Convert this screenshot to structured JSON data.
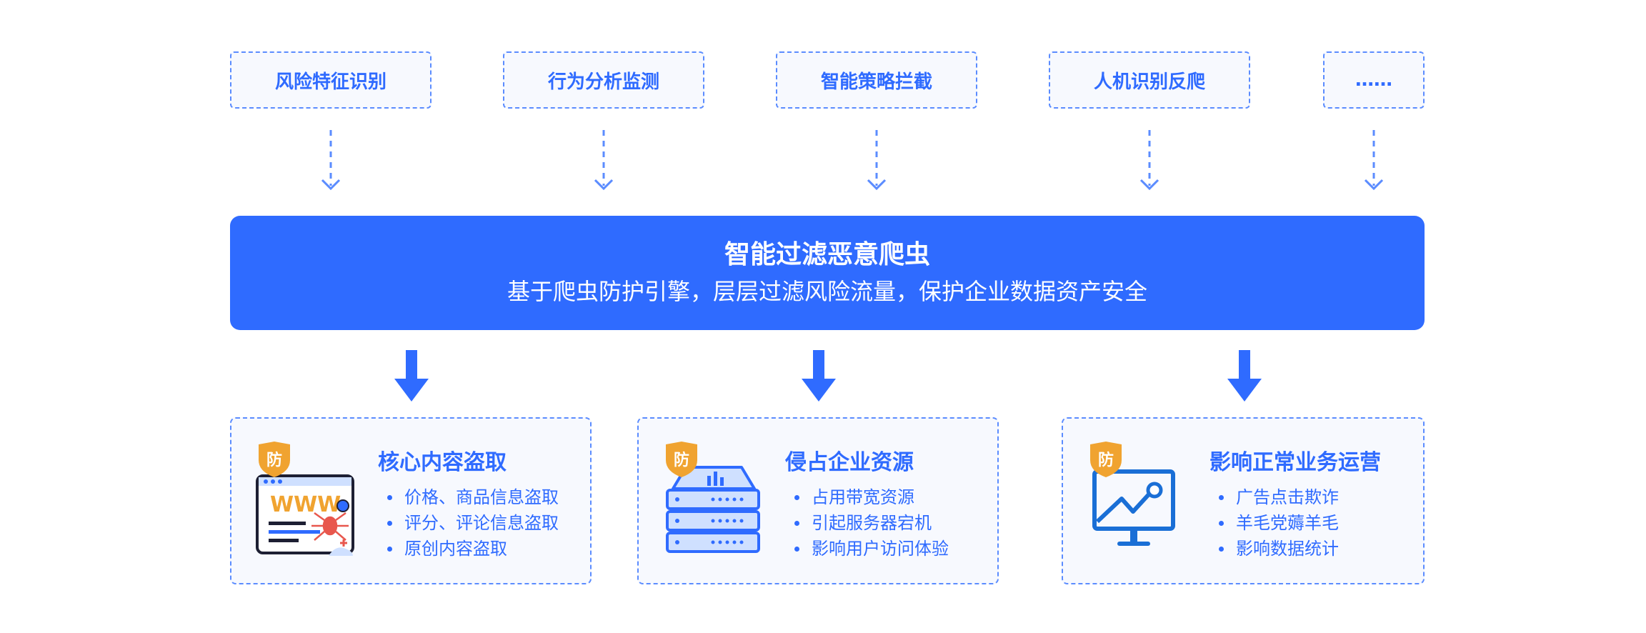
{
  "features": [
    "风险特征识别",
    "行为分析监测",
    "智能策略拦截",
    "人机识别反爬",
    "……"
  ],
  "banner": {
    "title": "智能过滤恶意爬虫",
    "subtitle": "基于爬虫防护引擎，层层过滤风险流量，保护企业数据资产安全"
  },
  "badge_label": "防",
  "icons": {
    "impact1": "web-spider-icon",
    "impact2": "server-icon",
    "impact3": "monitor-chart-icon",
    "badge": "shield-badge-icon"
  },
  "impacts": [
    {
      "title": "核心内容盗取",
      "items": [
        "价格、商品信息盗取",
        "评分、评论信息盗取",
        "原创内容盗取"
      ],
      "icon_text": "WWW"
    },
    {
      "title": "侵占企业资源",
      "items": [
        "占用带宽资源",
        "引起服务器宕机",
        "影响用户访问体验"
      ]
    },
    {
      "title": "影响正常业务运营",
      "items": [
        "广告点击欺诈",
        "羊毛党薅羊毛",
        "影响数据统计"
      ]
    }
  ],
  "colors": {
    "primary": "#2f6bff",
    "dash": "#5b8cff",
    "box_bg": "#f7f9fe",
    "badge": "#f0a330",
    "accent": "#e8574d"
  }
}
